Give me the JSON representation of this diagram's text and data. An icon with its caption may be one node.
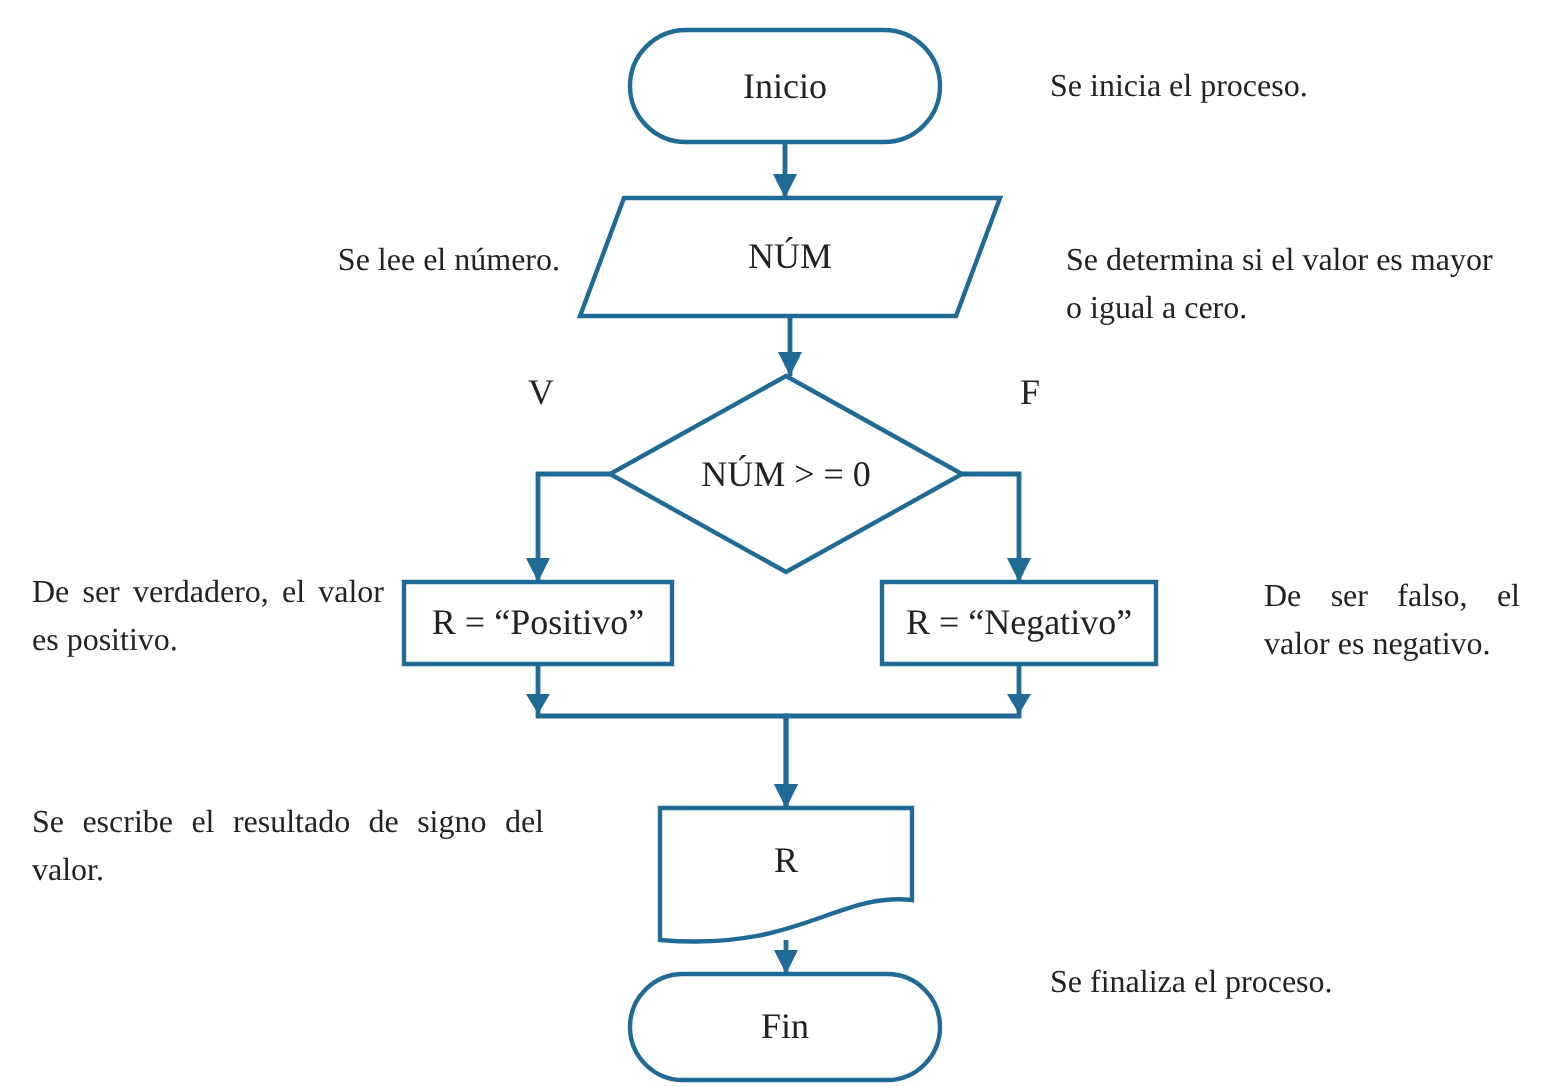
{
  "diagram": {
    "nodes": [
      {
        "text": [
          "Inicio"
        ],
        "beside": [
          "Se inicia el proceso."
        ]
      },
      {
        "text": [
          "NÚM"
        ],
        "beside": [
          "Se lee el número."
        ]
      },
      {
        "text": [
          "NÚM > = 0"
        ]
      },
      {
        "text": [
          "R = “Positivo”"
        ],
        "beside": [
          "De ser verdadero, el valor es positivo."
        ]
      },
      {
        "text": [
          "R = “Negativo”"
        ],
        "beside": [
          "De ser falso, el valor es negativo."
        ]
      },
      {
        "text": [
          "R"
        ],
        "beside": [
          "Se escribe el resultado de signo del valor."
        ]
      },
      {
        "text": [
          "Fin"
        ],
        "beside": [
          "Se finaliza el proceso."
        ]
      }
    ],
    "edges": [
      {
        "from": 0,
        "to": 1,
        "arrow": "to"
      },
      {
        "from": 1,
        "to": 2,
        "arrow": "to"
      },
      {
        "from": 2,
        "to": 3,
        "label": "V",
        "arrow": "to"
      },
      {
        "from": 2,
        "to": 4,
        "label": "F",
        "arrow": "to"
      },
      {
        "from": 3,
        "to": 5,
        "arrow": "to"
      },
      {
        "from": 4,
        "to": 5,
        "arrow": "to"
      },
      {
        "from": 5,
        "to": 6,
        "arrow": "to"
      }
    ],
    "labels": [
      "Se determina si el valor es mayor o igual a cero."
    ]
  }
}
